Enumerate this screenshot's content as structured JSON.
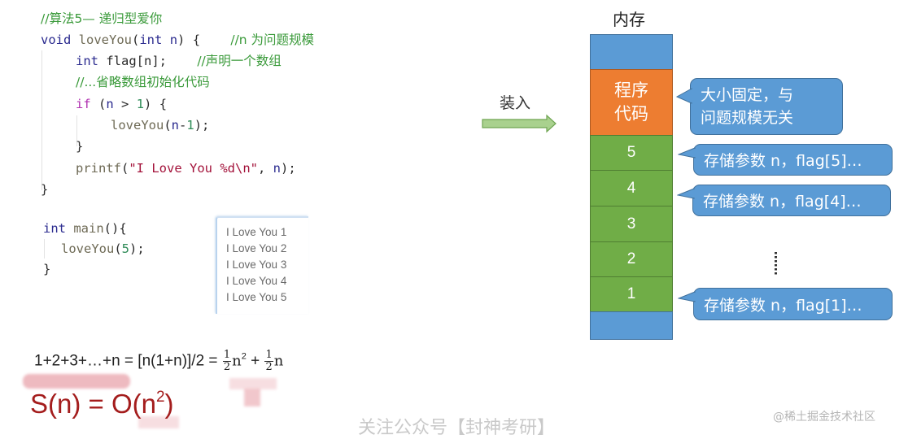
{
  "code": {
    "comment_title": "//算法5— 递归型爱你",
    "func_sig": {
      "kw_void": "void",
      "fn_name": "loveYou",
      "open_paren": "(",
      "kw_int": "int",
      "param": "n",
      "close": ") {",
      "comment": "//n 为问题规模"
    },
    "decl": {
      "kw_int": "int",
      "text": "flag[n];",
      "comment": "//声明一个数组"
    },
    "omitted_comment": "//...省略数组初始化代码",
    "if_line": {
      "kw_if": "if",
      "open": " (",
      "var": "n",
      "op": " > ",
      "num": "1",
      "close": ") {"
    },
    "recursive_call": {
      "fn": "loveYou",
      "open": "(",
      "var": "n",
      "op": "-",
      "num": "1",
      "close": ");"
    },
    "close_if": "}",
    "printf_line": {
      "fn": "printf",
      "open": "(",
      "str": "\"I Love You %d\\n\"",
      "comma": ", ",
      "var": "n",
      "close": ");"
    },
    "close_func": "}",
    "main_sig": {
      "kw_int": "int",
      "fn": "main",
      "rest": "(){"
    },
    "main_call": {
      "fn": "loveYou",
      "open": "(",
      "num": "5",
      "close": ");"
    },
    "close_main": "}"
  },
  "output": {
    "lines": [
      "I Love You 1",
      "I Love You 2",
      "I Love You 3",
      "I Love You 4",
      "I Love You 5"
    ]
  },
  "formula": {
    "lhs": "1+2+3+…+n = [n(1+n)]/2 = ",
    "frac1_num": "1",
    "frac1_den": "2",
    "term1": "n",
    "term1_exp": "2",
    "plus": " + ",
    "frac2_num": "1",
    "frac2_den": "2",
    "term2": "n"
  },
  "space_complexity": {
    "text": "S(n) = O(n",
    "exp": "2",
    "close": ")"
  },
  "diagram": {
    "memory_title": "内存",
    "load_label": "装入",
    "program_code_label_1": "程序",
    "program_code_label_2": "代码",
    "stack_frames": [
      "5",
      "4",
      "3",
      "2",
      "1"
    ],
    "callouts": {
      "program": [
        "大小固定，与",
        "问题规模无关"
      ],
      "frame5": "存储参数 n，flag[5]…",
      "frame4": "存储参数 n，flag[4]…",
      "frame1": "存储参数 n，flag[1]…"
    },
    "colors": {
      "blue": "#5b9bd5",
      "orange": "#ed7d31",
      "green": "#70ad47",
      "arrow_fill": "#a9d18e",
      "red_text": "#a41d1d"
    }
  },
  "watermarks": {
    "bottom_center": "关注公众号【封神考研】",
    "bottom_right": "@稀土掘金技术社区"
  }
}
